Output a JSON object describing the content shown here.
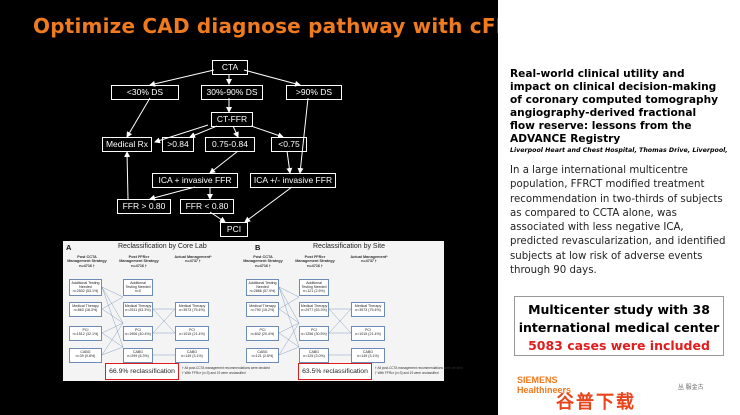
{
  "slide": {
    "title": "Optimize CAD diagnose pathway with cFFR"
  },
  "flowchart": {
    "cta": "CTA",
    "lt30": "<30% DS",
    "mid": "30%-90% DS",
    "gt90": ">90% DS",
    "ctffr": "CT-FFR",
    "medrx": "Medical Rx",
    "gt084": ">0.84",
    "range": "0.75-0.84",
    "lt075": "<0.75",
    "ica_invasive": "ICA + invasive FFR",
    "ica_pm": "ICA +/-  invasive FFR",
    "ffr_gt": "FFR > 0.80",
    "ffr_lt": "FFR < 0.80",
    "pci": "PCI"
  },
  "figure": {
    "panel_a": {
      "letter": "A",
      "title": "Reclassification by Core Lab",
      "headers": [
        "Post CCTA Management Strategy n=4716 †",
        "Post FFRᴄᴛ Management Strategy n=4716 †",
        "Actual Management* n=4737 †"
      ],
      "col1": [
        {
          "label": "Additional Testing Needed",
          "value": "n=2502 (53.1%)"
        },
        {
          "label": "Medical Therapy",
          "value": "n=863 (18.3%)"
        },
        {
          "label": "PCI",
          "value": "n=1512 (32.1%)"
        },
        {
          "label": "CABG",
          "value": "n=39 (0.8%)"
        }
      ],
      "col2": [
        {
          "label": "Additional Testing Needed",
          "value": "n=0"
        },
        {
          "label": "Medical Therapy",
          "value": "n=2511 (53.3%)"
        },
        {
          "label": "PCI",
          "value": "n=1906 (40.4%)"
        },
        {
          "label": "CABG",
          "value": "n=299 (6.3%)"
        }
      ],
      "col3": [
        {
          "label": "Medical Therapy",
          "value": "n=3573 (75.4%)"
        },
        {
          "label": "PCI",
          "value": "n=1015 (21.4%)"
        },
        {
          "label": "CABG",
          "value": "n=149 (3.1%)"
        }
      ],
      "reclass": "66.9% reclassification",
      "legend": [
        "† All post-CCTA management recommendations were decided",
        "† With FFRᴄᴛ (n=3) and 19 were unclassified"
      ]
    },
    "panel_b": {
      "letter": "B",
      "title": "Reclassification by Site",
      "headers": [
        "Post CCTA Management Strategy n=4716 †",
        "Post FFRᴄᴛ Management Strategy n=4716 †",
        "Actual Management* n=4737 †"
      ],
      "col1": [
        {
          "label": "Additional Testing Needed",
          "value": "n=2866 (57.9%)"
        },
        {
          "label": "Medical Therapy",
          "value": "n=790 (15.2%)"
        },
        {
          "label": "PCI",
          "value": "n=842 (20.4%)"
        },
        {
          "label": "CABG",
          "value": "n=121 (2.6%)"
        }
      ],
      "col2": [
        {
          "label": "Additional Testing Needed",
          "value": "n=121 (2.5%)"
        },
        {
          "label": "Medical Therapy",
          "value": "n=2977 (63.3%)"
        },
        {
          "label": "PCI",
          "value": "n=1256 (30.5%)"
        },
        {
          "label": "CABG",
          "value": "n=125 (3.0%)"
        }
      ],
      "col3": [
        {
          "label": "Medical Therapy",
          "value": "n=3573 (75.4%)"
        },
        {
          "label": "PCI",
          "value": "n=1015 (21.4%)"
        },
        {
          "label": "CABG",
          "value": "n=149 (3.1%)"
        }
      ],
      "reclass": "63.5% reclassification",
      "legend": [
        "† All post-CCTA management recommendations were decided",
        "† With FFRᴄᴛ (n=3) and 19 were unclassified"
      ]
    }
  },
  "right": {
    "article_title": "Real-world clinical utility and impact on clinical decision-making of coronary computed tomography angiography-derived fractional flow reserve: lessons from the ADVANCE Registry",
    "authors": "Liverpool Heart and Chest Hospital, Thomas Drive, Liverpool,",
    "summary": "In a large international multicentre population, FFRCT modified treatment recommendation in two-thirds of subjects as compared to CCTA alone, was associated with less negative ICA, predicted revascularization, and identified subjects at low risk of adverse events through 90 days.",
    "callout_line1": "Multicenter study with 38",
    "callout_line2": "international medical center",
    "callout_line3": "5083 cases were included"
  },
  "footer": {
    "brand_line1": "SIEMENS",
    "brand_line2": "Healthineers",
    "watermark": "谷普下载",
    "wm_small": "丛 服金古"
  },
  "colors": {
    "title": "#f07a1e",
    "highlight": "#e21c1c",
    "background": "#000000"
  }
}
